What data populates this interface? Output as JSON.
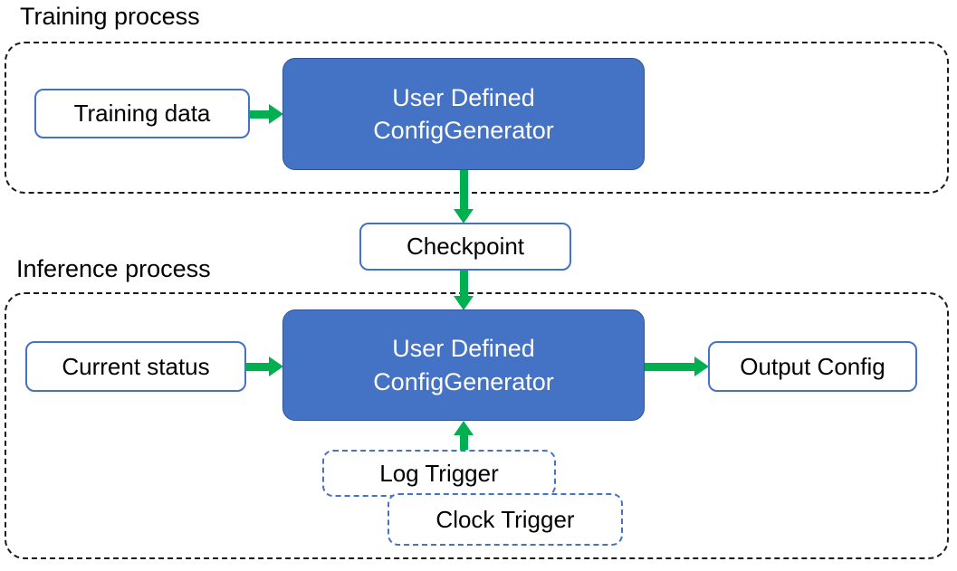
{
  "colors": {
    "generator_fill": "#4472C4",
    "generator_border": "#2F5597",
    "solid_box_border": "#4472C4",
    "trigger_box_border": "#4472C4",
    "arrow_green": "#00B050",
    "container_dash": "#1A1A1A",
    "generator_text": "#FFFFFF",
    "text": "#000000"
  },
  "training": {
    "section_label": "Training process",
    "training_data_label": "Training data",
    "generator": {
      "line1": "User Defined",
      "line2": "ConfigGenerator"
    }
  },
  "checkpoint": {
    "label": "Checkpoint"
  },
  "inference": {
    "section_label": "Inference process",
    "current_status_label": "Current status",
    "generator": {
      "line1": "User Defined",
      "line2": "ConfigGenerator"
    },
    "output_config_label": "Output Config",
    "log_trigger_label": "Log Trigger",
    "clock_trigger_label": "Clock Trigger"
  }
}
